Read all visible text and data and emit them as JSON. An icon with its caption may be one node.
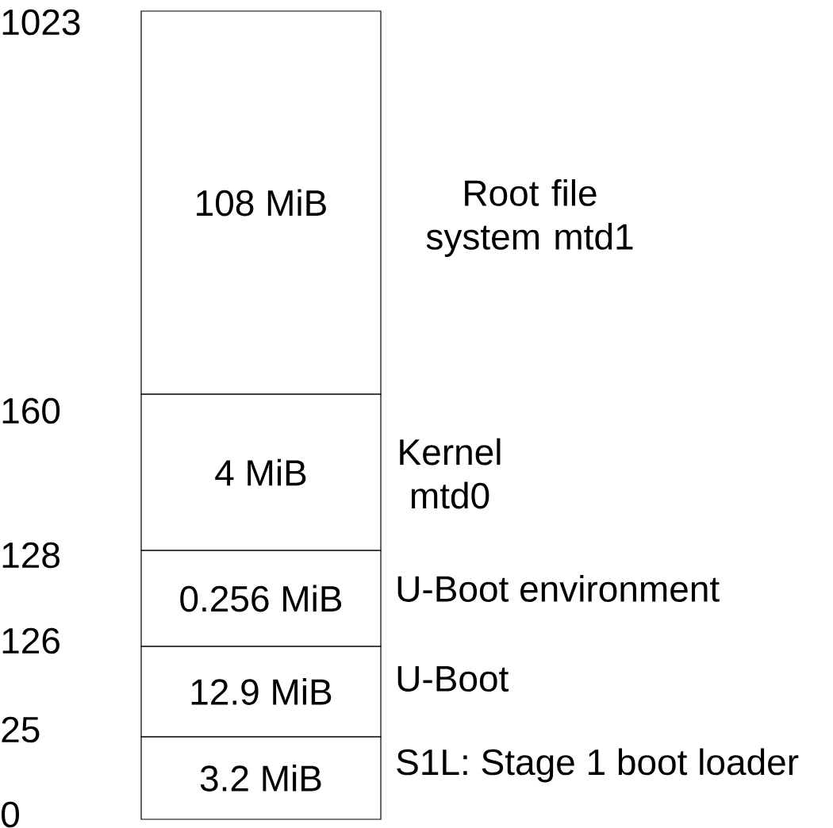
{
  "diagram": {
    "nodes": [
      {
        "text": [
          "108 MiB"
        ],
        "beside": [
          "Root file system mtd1"
        ]
      },
      {
        "text": [
          "4 MiB"
        ],
        "beside": [
          "Kernel mtd0"
        ]
      },
      {
        "text": [
          "0.256 MiB"
        ],
        "beside": [
          "U-Boot environment"
        ]
      },
      {
        "text": [
          "12.9 MiB"
        ],
        "beside": [
          "U-Boot"
        ]
      },
      {
        "text": [
          "3.2 MiB"
        ],
        "beside": [
          "S1L: Stage 1 boot loader"
        ]
      }
    ],
    "edges": [],
    "labels": [
      "1023",
      "160",
      "128",
      "126",
      "25",
      "0"
    ]
  }
}
